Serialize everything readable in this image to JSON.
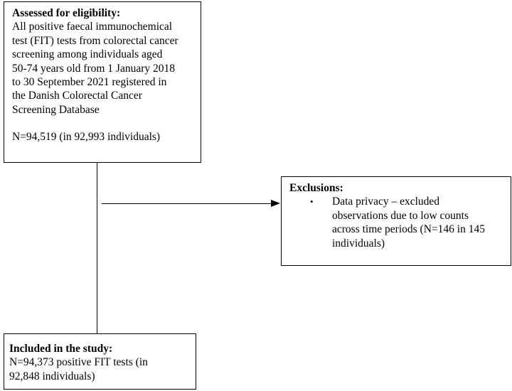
{
  "eligibility": {
    "heading": "Assessed for eligibility:",
    "lines": [
      "All positive faecal immunochemical",
      "test (FIT) tests from colorectal cancer",
      "screening among individuals aged",
      "50-74 years old from 1 January 2018",
      "to 30 September 2021 registered in",
      "the Danish Colorectal Cancer",
      "Screening Database"
    ],
    "count": "N=94,519 (in 92,993 individuals)"
  },
  "exclusions": {
    "heading": "Exclusions:",
    "bullet": "•",
    "item_lines": [
      "Data privacy – excluded",
      "observations due to low counts",
      "across time periods (N=146 in 145",
      "individuals)"
    ]
  },
  "included": {
    "heading": "Included in the study:",
    "lines": [
      "N=94,373 positive FIT tests (in",
      "92,848 individuals)"
    ]
  }
}
